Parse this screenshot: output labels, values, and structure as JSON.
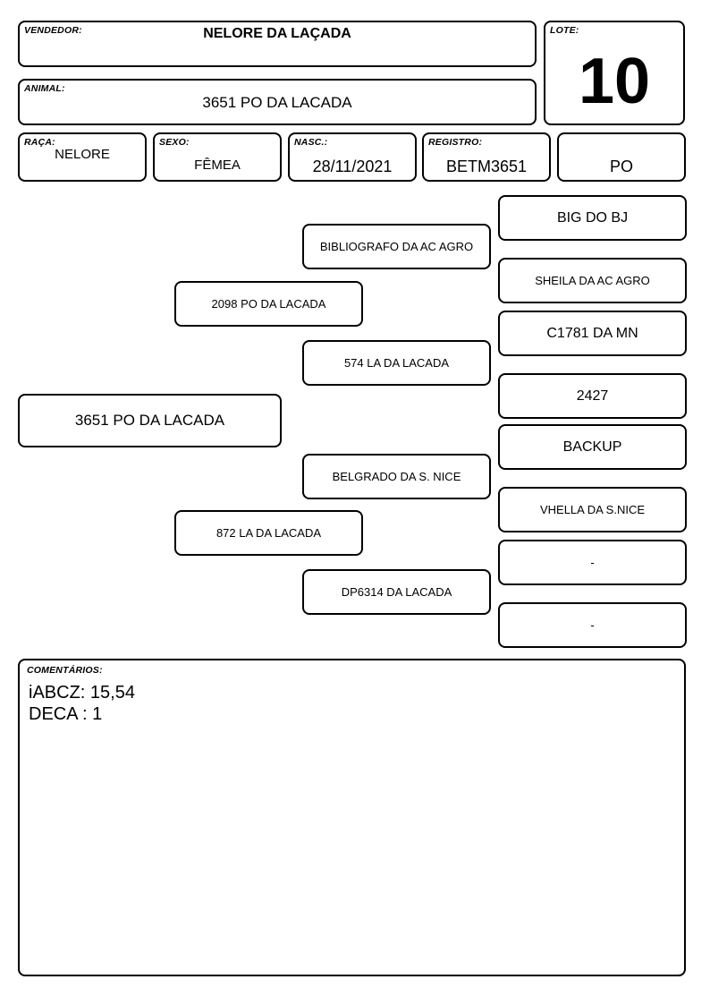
{
  "header": {
    "vendedor": {
      "label": "VENDEDOR:",
      "value": "NELORE DA LAÇADA"
    },
    "lote": {
      "label": "LOTE:",
      "value": "10"
    },
    "animal": {
      "label": "ANIMAL:",
      "value": "3651 PO DA LACADA"
    }
  },
  "info": {
    "raca": {
      "label": "RAÇA:",
      "value": "NELORE"
    },
    "sexo": {
      "label": "SEXO:",
      "value": "FÊMEA"
    },
    "nasc": {
      "label": "NASC.:",
      "value": "28/11/2021"
    },
    "registro": {
      "label": "REGISTRO:",
      "value": "BETM3651"
    },
    "categoria": {
      "value": "PO"
    }
  },
  "pedigree": {
    "animal": "3651 PO DA LACADA",
    "sire": "2098 PO DA LACADA",
    "dam": "872 LA DA LACADA",
    "sire_sire": "BIBLIOGRAFO DA AC AGRO",
    "sire_dam": "574 LA DA LACADA",
    "dam_sire": "BELGRADO DA S. NICE",
    "dam_dam": "DP6314 DA LACADA",
    "ggp": [
      "BIG DO BJ",
      "SHEILA DA AC AGRO",
      "C1781 DA MN",
      "2427",
      "BACKUP",
      "VHELLA DA S.NICE",
      "-",
      "-"
    ]
  },
  "comments": {
    "label": "COMENTÁRIOS:",
    "lines": [
      "iABCZ: 15,54",
      "DECA : 1"
    ]
  }
}
